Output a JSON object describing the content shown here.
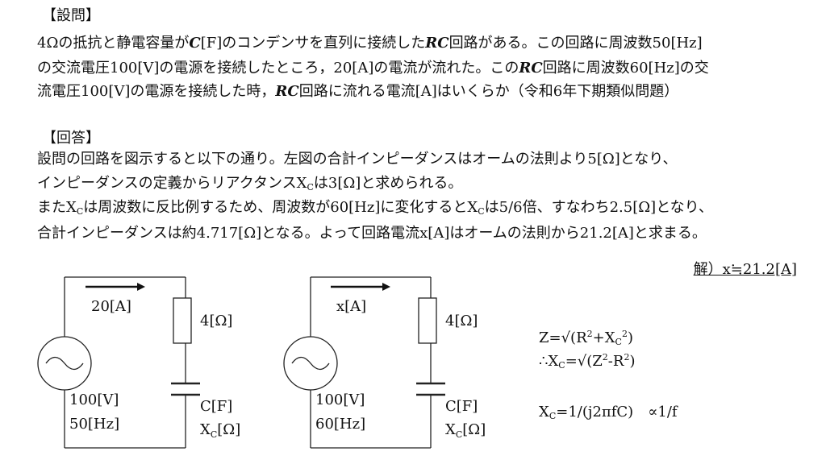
{
  "question": {
    "header": "【設問】",
    "line1": [
      "4Ωの抵抗と静電容量が",
      "C",
      "[F]のコンデンサを直列に接続した",
      "RC",
      "回路がある。この回路に周波数50[Hz]"
    ],
    "line2": [
      "の交流電圧100[V]の電源を接続したところ，20[A]の電流が流れた。この",
      "RC",
      "回路に周波数60[Hz]の交"
    ],
    "line3": [
      "流電圧100[V]の電源を接続した時，",
      "RC",
      "回路に流れる電流[A]はいくらか（令和6年下期類似問題）"
    ]
  },
  "answer": {
    "header": "【回答】",
    "line1": "設問の回路を図示すると以下の通り。左図の合計インピーダンスはオームの法則より5[Ω]となり、",
    "line2": [
      "インピーダンスの定義からリアクタンスX",
      "C",
      "は3[Ω]と求められる。"
    ],
    "line3": [
      "またX",
      "C",
      "は周波数に反比例するため、周波数が60[Hz]に変化するとX",
      "C",
      "は5/6倍、すなわち2.5[Ω]となり、"
    ],
    "line4": "合計インピーダンスは約4.717[Ω]となる。よって回路電流x[A]はオームの法則から21.2[A]と求まる。",
    "solution": "解）x≒21.2[A]"
  },
  "circuit_left": {
    "current": "20[A]",
    "resistor": "4[Ω]",
    "capacitor": "C[F]",
    "reactance_main": "X",
    "reactance_sub": "C",
    "reactance_unit": "[Ω]",
    "voltage": "100[V]",
    "frequency": "50[Hz]"
  },
  "circuit_right": {
    "current": "x[A]",
    "resistor": "4[Ω]",
    "capacitor": "C[F]",
    "reactance_main": "X",
    "reactance_sub": "C",
    "reactance_unit": "[Ω]",
    "voltage": "100[V]",
    "frequency": "60[Hz]"
  },
  "equations": {
    "eq1": [
      "Z=√(R",
      "2",
      "+X",
      "C",
      "2",
      ")"
    ],
    "eq2": [
      "∴X",
      "C",
      "=√(Z",
      "2",
      "-R",
      "2",
      ")"
    ],
    "eq3": [
      "X",
      "C",
      "=1/(j2πfC)　∝1/f"
    ]
  }
}
